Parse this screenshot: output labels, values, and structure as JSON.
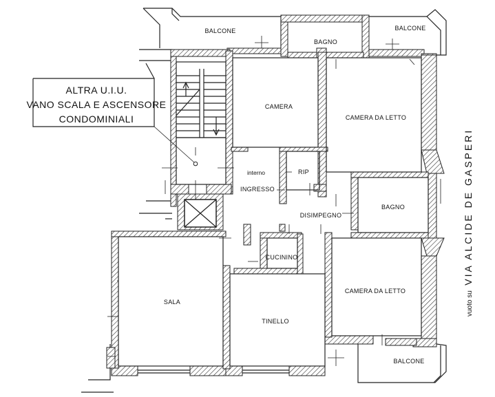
{
  "plan": {
    "common_area_label": [
      "ALTRA U.I.U.",
      "VANO SCALA E ASCENSORE",
      "CONDOMINIALI"
    ],
    "rooms": {
      "balcone_top_left": "BALCONE",
      "bagno_top": "BAGNO",
      "balcone_top_right": "BALCONE",
      "camera": "CAMERA",
      "camera_da_letto_top": "CAMERA DA LETTO",
      "rip": "RIP",
      "interno": "interno",
      "ingresso": "INGRESSO",
      "disimpegno": "DISIMPEGNO",
      "bagno_right": "BAGNO",
      "cucinino": "CUCININO",
      "sala": "SALA",
      "tinello": "TINELLO",
      "camera_da_letto_bottom": "CAMERA DA LETTO",
      "balcone_bottom": "BALCONE"
    },
    "street": {
      "prefix": "vuoto su",
      "name": "VIA ALCIDE DE GASPERI"
    }
  }
}
